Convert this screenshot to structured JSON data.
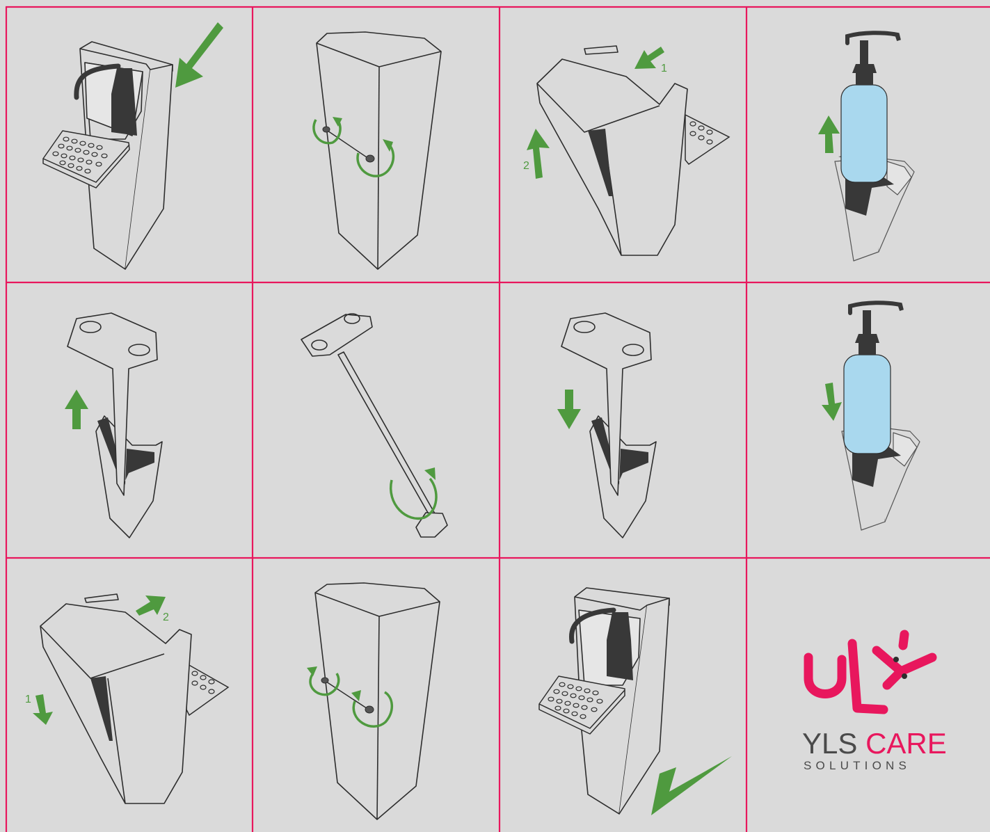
{
  "colors": {
    "background": "#dadada",
    "grid_line": "#e8175d",
    "arrow": "#4f9a3f",
    "outline": "#2d2d2d",
    "dark_part": "#383838",
    "bottle": "#a9d8ee",
    "brand_gray": "#4a4a4a",
    "brand_red": "#e8175d"
  },
  "steps": [
    {
      "step": 1,
      "description": "open-arrow",
      "arrow_label": ""
    },
    {
      "step": 2,
      "description": "unscrew-screws",
      "arrow_label": ""
    },
    {
      "step": 3,
      "description": "lift-cover",
      "arrow_labels": [
        "1",
        "2"
      ]
    },
    {
      "step": 4,
      "description": "lift-bottle",
      "arrow_label": ""
    },
    {
      "step": 5,
      "description": "lift-lever",
      "arrow_label": ""
    },
    {
      "step": 6,
      "description": "rotate-lever",
      "arrow_label": ""
    },
    {
      "step": 7,
      "description": "insert-lever",
      "arrow_label": ""
    },
    {
      "step": 8,
      "description": "insert-bottle",
      "arrow_label": ""
    },
    {
      "step": 9,
      "description": "close-cover",
      "arrow_labels": [
        "1",
        "2"
      ]
    },
    {
      "step": 10,
      "description": "tighten-screws",
      "arrow_label": ""
    },
    {
      "step": 11,
      "description": "done-checkmark",
      "arrow_label": ""
    }
  ],
  "brand": {
    "name_part1": "YLS ",
    "name_part2": "CARE",
    "tagline": "SOLUTIONS",
    "logo_icon": "yls-monogram-logo"
  },
  "icons": [
    "arrow-icon",
    "rotate-icon",
    "checkmark-icon",
    "screw-icon"
  ]
}
